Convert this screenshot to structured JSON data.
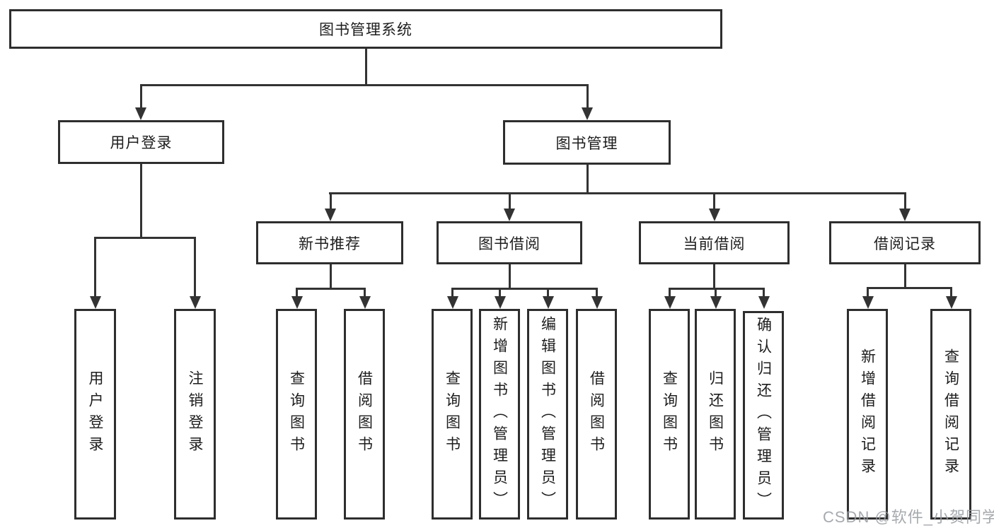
{
  "nodes": {
    "root": "图书管理系统",
    "login": "用户登录",
    "manage": "图书管理",
    "recommend": "新书推荐",
    "borrow": "图书借阅",
    "current": "当前借阅",
    "records": "借阅记录",
    "leaves": {
      "login_user": "用户登录",
      "login_logout": "注销登录",
      "rec_query": "查询图书",
      "rec_borrow": "借阅图书",
      "bor_query": "查询图书",
      "bor_add": "新增图书（管理员）",
      "bor_edit": "编辑图书（管理员）",
      "bor_borrow": "借阅图书",
      "cur_query": "查询图书",
      "cur_return": "归还图书",
      "cur_confirm": "确认归还（管理员）",
      "log_add": "新增借阅记录",
      "log_query": "查询借阅记录"
    }
  },
  "watermark": "CSDN @软件_小贺同学",
  "colors": {
    "line": "#333333",
    "box_border": "#2e2e2e",
    "text": "#1d1d1d",
    "watermark": "#969ba0"
  }
}
